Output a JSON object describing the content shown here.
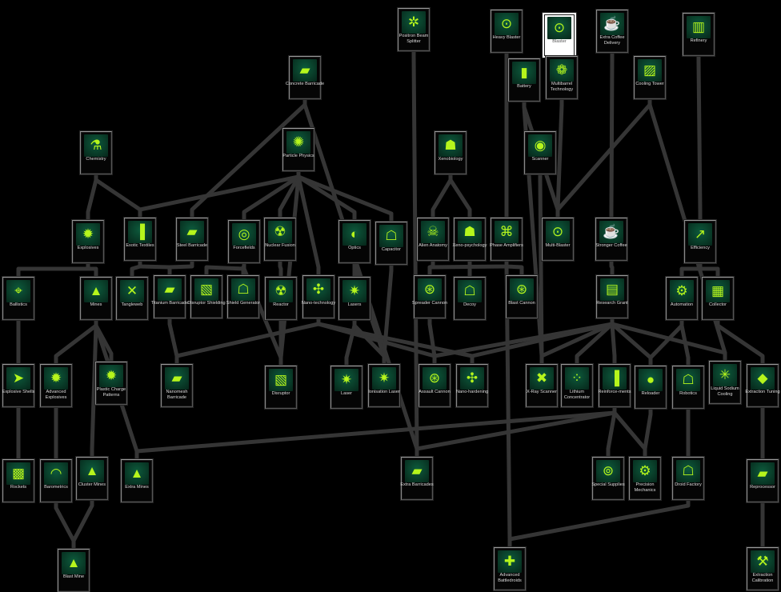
{
  "title": "Research Tree",
  "colors": {
    "edge": "#353535",
    "icon_bg": "#0d5a3c",
    "icon_fg": "#b6f51c"
  },
  "nodes": [
    {
      "id": "positron",
      "label": "Positron Beam Splitter",
      "icon": "splitter-icon"
    },
    {
      "id": "heavy_blaster",
      "label": "Heavy Blaster",
      "icon": "turret-icon"
    },
    {
      "id": "blaster",
      "label": "Blaster",
      "icon": "turret-icon",
      "selected": true
    },
    {
      "id": "extra_coffee",
      "label": "Extra Coffee Delivery",
      "icon": "coffee-icon"
    },
    {
      "id": "refinery",
      "label": "Refinery",
      "icon": "refinery-icon"
    },
    {
      "id": "concrete",
      "label": "Concrete Barricade",
      "icon": "barricade-icon"
    },
    {
      "id": "battery",
      "label": "Battery",
      "icon": "battery-icon"
    },
    {
      "id": "multibarrel",
      "label": "Multibarrel Technology",
      "icon": "barrels-icon"
    },
    {
      "id": "cooling",
      "label": "Cooling Tower",
      "icon": "tower-icon"
    },
    {
      "id": "chemistry",
      "label": "Chemistry",
      "icon": "flask-icon"
    },
    {
      "id": "particle",
      "label": "Particle Physics",
      "icon": "atom-icon"
    },
    {
      "id": "xenobiology",
      "label": "Xenobiology",
      "icon": "alien-icon"
    },
    {
      "id": "scanner",
      "label": "Scanner",
      "icon": "scanner-icon"
    },
    {
      "id": "explosives",
      "label": "Explosives",
      "icon": "explosion-icon"
    },
    {
      "id": "exotic",
      "label": "Exotic Textiles",
      "icon": "textile-icon"
    },
    {
      "id": "steel",
      "label": "Steel Barricade",
      "icon": "barricade-icon"
    },
    {
      "id": "forcefields",
      "label": "Forcefields",
      "icon": "forcefield-icon"
    },
    {
      "id": "nuclear",
      "label": "Nuclear Fusion",
      "icon": "radiation-icon"
    },
    {
      "id": "optics",
      "label": "Optics",
      "icon": "eye-icon"
    },
    {
      "id": "capacitor",
      "label": "Capacitor",
      "icon": "robot-icon"
    },
    {
      "id": "alien",
      "label": "Alien Anatomy",
      "icon": "skull-icon"
    },
    {
      "id": "xenopsych",
      "label": "Xeno-psychology",
      "icon": "alien-icon"
    },
    {
      "id": "phase",
      "label": "Phase Amplifiers",
      "icon": "phase-icon"
    },
    {
      "id": "multiblaster",
      "label": "Multi-Blaster",
      "icon": "turret-icon"
    },
    {
      "id": "stronger",
      "label": "Stronger Coffee",
      "icon": "coffee-icon"
    },
    {
      "id": "efficiency",
      "label": "Efficiency",
      "icon": "chart-icon"
    },
    {
      "id": "ballistics",
      "label": "Ballistics",
      "icon": "crosshair-icon"
    },
    {
      "id": "mines",
      "label": "Mines",
      "icon": "mine-icon"
    },
    {
      "id": "tangleweb",
      "label": "Tangleweb",
      "icon": "web-icon"
    },
    {
      "id": "titanium",
      "label": "Titanium Barricade",
      "icon": "barricade-icon"
    },
    {
      "id": "disruptor_sh",
      "label": "Disruptor Shielding",
      "icon": "shield-icon"
    },
    {
      "id": "shield_gen",
      "label": "Shield Generator",
      "icon": "robot-icon"
    },
    {
      "id": "reactor",
      "label": "Reactor",
      "icon": "radiation-icon"
    },
    {
      "id": "nanotech",
      "label": "Nano-technology",
      "icon": "nano-icon"
    },
    {
      "id": "lasers",
      "label": "Lasers",
      "icon": "laser-icon"
    },
    {
      "id": "spreader",
      "label": "Spreader Cannon",
      "icon": "cannon-icon"
    },
    {
      "id": "decoy",
      "label": "Decoy",
      "icon": "robot-icon"
    },
    {
      "id": "blast_cannon",
      "label": "Blast Cannon",
      "icon": "cannon-icon"
    },
    {
      "id": "research",
      "label": "Research Grant",
      "icon": "grant-icon"
    },
    {
      "id": "automation",
      "label": "Automation",
      "icon": "automation-icon"
    },
    {
      "id": "collector",
      "label": "Collector",
      "icon": "collector-icon"
    },
    {
      "id": "explosive_shells",
      "label": "Explosive Shells",
      "icon": "shell-icon"
    },
    {
      "id": "adv_expl",
      "label": "Advanced Explosives",
      "icon": "explosion-icon"
    },
    {
      "id": "plastic",
      "label": "Plastic Charge Patterns",
      "icon": "explosion-icon"
    },
    {
      "id": "nanomesh",
      "label": "Nanomesh Barricade",
      "icon": "barricade-icon"
    },
    {
      "id": "disruptor",
      "label": "Disruptor",
      "icon": "shield-icon"
    },
    {
      "id": "laser",
      "label": "Laser",
      "icon": "laser-icon"
    },
    {
      "id": "ionisation",
      "label": "Ionisation Laser",
      "icon": "laser-icon"
    },
    {
      "id": "assault",
      "label": "Assault Cannon",
      "icon": "cannon-icon"
    },
    {
      "id": "nanohard",
      "label": "Nano-hardening",
      "icon": "nano-icon"
    },
    {
      "id": "xray",
      "label": "X-Ray Scanner",
      "icon": "xray-icon"
    },
    {
      "id": "lithium",
      "label": "Lithium Concentrator",
      "icon": "lithium-icon"
    },
    {
      "id": "reinf",
      "label": "Reinforce-ments",
      "icon": "textile-icon"
    },
    {
      "id": "reloader",
      "label": "Reloader",
      "icon": "reloader-icon"
    },
    {
      "id": "robotics",
      "label": "Robotics",
      "icon": "robot-icon"
    },
    {
      "id": "liquid",
      "label": "Liquid Sodium Cooling",
      "icon": "sodium-icon"
    },
    {
      "id": "extraction_tuning",
      "label": "Extraction Tuning",
      "icon": "drill-icon"
    },
    {
      "id": "rockets",
      "label": "Rockets",
      "icon": "rocket-icon"
    },
    {
      "id": "barometrics",
      "label": "Barometrics",
      "icon": "wave-icon"
    },
    {
      "id": "cluster",
      "label": "Cluster Mines",
      "icon": "mine-icon"
    },
    {
      "id": "extra_mines",
      "label": "Extra Mines",
      "icon": "mine-icon"
    },
    {
      "id": "extra_barricades",
      "label": "Extra Barricades",
      "icon": "barricade-icon"
    },
    {
      "id": "special",
      "label": "Special Supplies",
      "icon": "supplies-icon"
    },
    {
      "id": "precision",
      "label": "Precision Mechanics",
      "icon": "gear-icon"
    },
    {
      "id": "droid",
      "label": "Droid Factory",
      "icon": "robot-icon"
    },
    {
      "id": "reprocessor",
      "label": "Reprocessor",
      "icon": "barricade-icon"
    },
    {
      "id": "blast_mine",
      "label": "Blast Mine",
      "icon": "mine-icon"
    },
    {
      "id": "adv_battledroids",
      "label": "Advanced Battledroids",
      "icon": "robot-plus-icon"
    },
    {
      "id": "extraction_cal",
      "label": "Extraction Calibration",
      "icon": "wrench-icon"
    }
  ],
  "edges": [
    [
      "chemistry",
      "explosives"
    ],
    [
      "chemistry",
      "exotic"
    ],
    [
      "concrete",
      "steel"
    ],
    [
      "concrete",
      "extra_barricades"
    ],
    [
      "positron",
      "extra_barricades"
    ],
    [
      "particle",
      "exotic"
    ],
    [
      "particle",
      "forcefields"
    ],
    [
      "particle",
      "nuclear"
    ],
    [
      "particle",
      "nanotech"
    ],
    [
      "particle",
      "optics"
    ],
    [
      "particle",
      "capacitor"
    ],
    [
      "particle",
      "disruptor"
    ],
    [
      "heavy_blaster",
      "phase"
    ],
    [
      "battery",
      "multiblaster"
    ],
    [
      "battery",
      "xray"
    ],
    [
      "multibarrel",
      "multiblaster"
    ],
    [
      "cooling",
      "multiblaster"
    ],
    [
      "cooling",
      "liquid"
    ],
    [
      "extra_coffee",
      "stronger"
    ],
    [
      "refinery",
      "efficiency"
    ],
    [
      "scanner",
      "xray"
    ],
    [
      "xenobiology",
      "alien"
    ],
    [
      "xenobiology",
      "xenopsych"
    ],
    [
      "explosives",
      "ballistics"
    ],
    [
      "explosives",
      "mines"
    ],
    [
      "exotic",
      "tangleweb"
    ],
    [
      "exotic",
      "titanium"
    ],
    [
      "steel",
      "titanium"
    ],
    [
      "forcefields",
      "disruptor_sh"
    ],
    [
      "forcefields",
      "shield_gen"
    ],
    [
      "forcefields",
      "disruptor"
    ],
    [
      "nuclear",
      "reactor"
    ],
    [
      "optics",
      "lasers"
    ],
    [
      "optics",
      "ionisation"
    ],
    [
      "alien",
      "spreader"
    ],
    [
      "xenopsych",
      "decoy"
    ],
    [
      "phase",
      "blast_cannon"
    ],
    [
      "phase",
      "spreader"
    ],
    [
      "phase",
      "adv_battledroids"
    ],
    [
      "stronger",
      "research"
    ],
    [
      "efficiency",
      "automation"
    ],
    [
      "efficiency",
      "collector"
    ],
    [
      "ballistics",
      "explosive_shells"
    ],
    [
      "mines",
      "adv_expl"
    ],
    [
      "mines",
      "plastic"
    ],
    [
      "mines",
      "cluster"
    ],
    [
      "mines",
      "extra_mines"
    ],
    [
      "titanium",
      "nanomesh"
    ],
    [
      "reactor",
      "disruptor"
    ],
    [
      "nanotech",
      "nanomesh"
    ],
    [
      "nanotech",
      "assault"
    ],
    [
      "nanotech",
      "nanohard"
    ],
    [
      "lasers",
      "laser"
    ],
    [
      "lasers",
      "ionisation"
    ],
    [
      "capacitor",
      "ionisation"
    ],
    [
      "spreader",
      "assault"
    ],
    [
      "research",
      "xray"
    ],
    [
      "research",
      "lithium"
    ],
    [
      "research",
      "reinf"
    ],
    [
      "research",
      "reloader"
    ],
    [
      "research",
      "assault"
    ],
    [
      "research",
      "nanohard"
    ],
    [
      "research",
      "liquid"
    ],
    [
      "automation",
      "reloader"
    ],
    [
      "automation",
      "robotics"
    ],
    [
      "collector",
      "extraction_tuning"
    ],
    [
      "explosive_shells",
      "rockets"
    ],
    [
      "adv_expl",
      "barometrics"
    ],
    [
      "reinf",
      "extra_mines"
    ],
    [
      "reinf",
      "extra_barricades"
    ],
    [
      "reinf",
      "special"
    ],
    [
      "reinf",
      "precision"
    ],
    [
      "reloader",
      "precision"
    ],
    [
      "robotics",
      "droid"
    ],
    [
      "extraction_tuning",
      "reprocessor"
    ],
    [
      "barometrics",
      "blast_mine"
    ],
    [
      "cluster",
      "blast_mine"
    ],
    [
      "droid",
      "adv_battledroids"
    ],
    [
      "reprocessor",
      "extraction_cal"
    ]
  ]
}
